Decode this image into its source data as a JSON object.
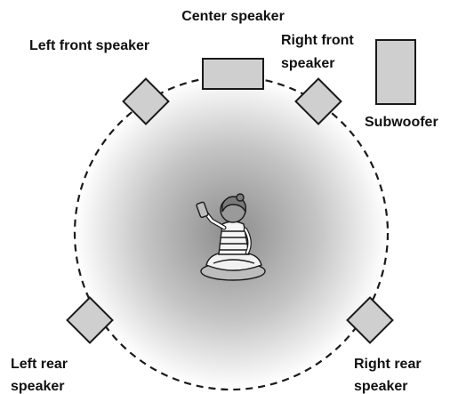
{
  "labels": {
    "center": "Center speaker",
    "left_front": "Left front speaker",
    "right_front_line1": "Right front",
    "right_front_line2": "speaker",
    "subwoofer": "Subwoofer",
    "left_rear_line1": "Left rear",
    "left_rear_line2": "speaker",
    "right_rear_line1": "Right rear",
    "right_rear_line2": "speaker"
  },
  "colors": {
    "speaker_fill": "#cfcfcf",
    "outline": "#1a1a1a",
    "floor_center": "#8c8c8c",
    "floor_edge": "#ffffff"
  }
}
